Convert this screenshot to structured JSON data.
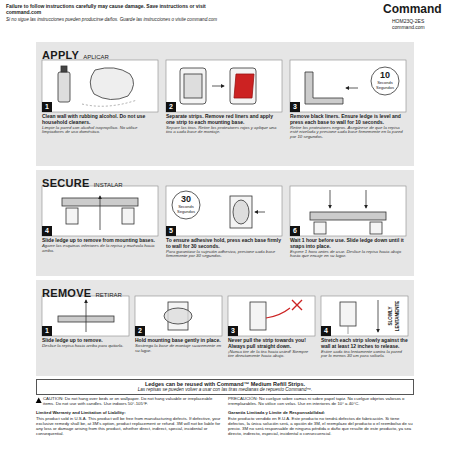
{
  "diagram": {
    "nodes": [
      {
        "text": [
          "APPLY",
          "APLICAR"
        ]
      },
      {
        "text": [
          "1",
          "Clean wall with rubbing alcohol. Do not use household cleaners.",
          "Limpie la pared con alcohol isopropílico. No utilice limpiadores de uso doméstico."
        ],
        "in": 0
      },
      {
        "text": [
          "2",
          "Separate strips. Remove red liners and apply one strip to each mounting base.",
          "Separe las tiras. Retire los protectores rojos y aplique una tira a cada base de montaje."
        ],
        "in": 0
      },
      {
        "text": [
          "3",
          "Remove black liners. Ensure ledge is level and press each base to wall for 10 seconds.",
          "Retire los protectores negros. Asegúrese de que la repisa esté nivelada y presione cada base firmemente en la pared por 10 segundos."
        ],
        "in": 0
      },
      {
        "text": [
          "SECURE",
          "INSTALAR"
        ]
      },
      {
        "text": [
          "4",
          "Slide ledge up to remove from mounting bases.",
          "Agarre las esquinas inferiores de la repisa y muévala hacia arriba."
        ],
        "in": 4
      },
      {
        "text": [
          "5",
          "To ensure adhesive hold, press each base firmly to wall for 30 seconds.",
          "Para garantizar la sujeción adhesiva, presione cada base firmemente por 30 segundos."
        ],
        "in": 4
      },
      {
        "text": [
          "6",
          "Wait 1 hour before use. Slide ledge down until it snaps into place.",
          "Espere 1 hora antes de usar. Deslice la repisa hacia abajo hasta que encaje en su lugar."
        ],
        "in": 4
      },
      {
        "text": [
          "REMOVE",
          "RETIRAR"
        ]
      },
      {
        "text": [
          "1",
          "Slide ledge up to remove.",
          "Deslice la repisa hacia arriba para quitarla."
        ],
        "in": 8
      },
      {
        "text": [
          "2",
          "Hold mounting base gently in place.",
          "Sostenga la base de montaje suavemente en su lugar."
        ],
        "in": 8
      },
      {
        "text": [
          "3",
          "Never pull the strip towards you! Always pull straight down.",
          "¡Nunca tire de la tira hacia usted! Siempre tire directamente hacia abajo."
        ],
        "in": 8
      },
      {
        "text": [
          "4",
          "Stretch each strip slowly against the wall at least 12 inches to release.",
          "Estire cada tira lentamente contra la pared por lo menos 30 cm para soltarla."
        ],
        "in": 8
      },
      {
        "text": [
          "Ledges can be reused with Command™ Medium Refill Strips.",
          "Las repisas se pueden volver a usar con las tiras medianas de repuesto Command™."
        ]
      }
    ],
    "labels": [
      "Failure to follow instructions carefully may cause damage. Save instructions or visit command.com",
      "Si no sigue las instrucciones pueden producirse daños. Guarde las instrucciones o visite command.com",
      "Command",
      "HOM23Q-2ES",
      "command.com",
      "10",
      "Seconds",
      "Segundos",
      "30",
      "Seconds",
      "Segundos",
      "SLOWLY",
      "LENTAMENTE",
      "CAUTION: Do not hang over beds or on wallpaper. Do not hang valuable or irreplaceable items. Do not use with candles. Use indoors 50°-105°F.",
      "PRECAUCIÓN: No cuelgue sobre camas ni sobre papel tapiz. No cuelgue objetos valiosos o irremplazables. No utilice con velas. Use en interiores de 10° a 40°C.",
      "Limited Warranty and Limitation of Liability:",
      "This product sold in U.S.A. This product will be free from manufacturing defects. If defective, your exclusive remedy shall be, at 3M's option, product replacement or refund. 3M will not be liable for any loss or damage arising from this product, whether direct, indirect, special, incidental or consequential.",
      "Garantía Limitada y Límite de Responsabilidad:",
      "Este producto vendido en E.U.A. Este producto no tendrá defectos de fabricación. Si tiene defectos, la única solución será, a opción de 3M, el reemplazo del producto o el reembolso de su precio. 3M no será responsable de ninguna pérdida o daño que resulte de este producto, ya sea directo, indirecto, especial, incidental o consecuencial."
    ]
  }
}
